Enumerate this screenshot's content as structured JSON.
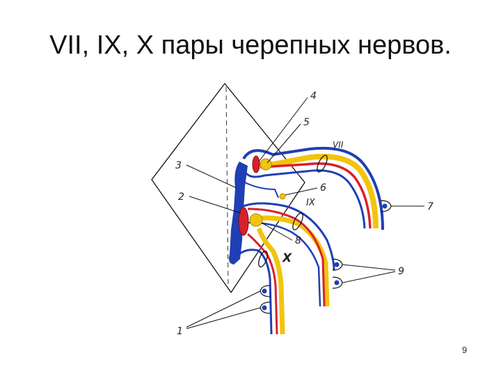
{
  "title": "VII, IX, X пары черепных нервов.",
  "slide_number": "9",
  "diagram": {
    "labels": {
      "n1": "1",
      "n2": "2",
      "n3": "3",
      "n4": "4",
      "n5": "5",
      "n6": "6",
      "n7": "7",
      "n8": "8",
      "n9": "9",
      "nerve_vii": "VII",
      "nerve_ix": "IX",
      "nerve_x": "X"
    },
    "colors": {
      "motor": "#1f3fb5",
      "sensory": "#f2c40f",
      "parasympathetic": "#d8202a",
      "outline": "#111111"
    }
  }
}
